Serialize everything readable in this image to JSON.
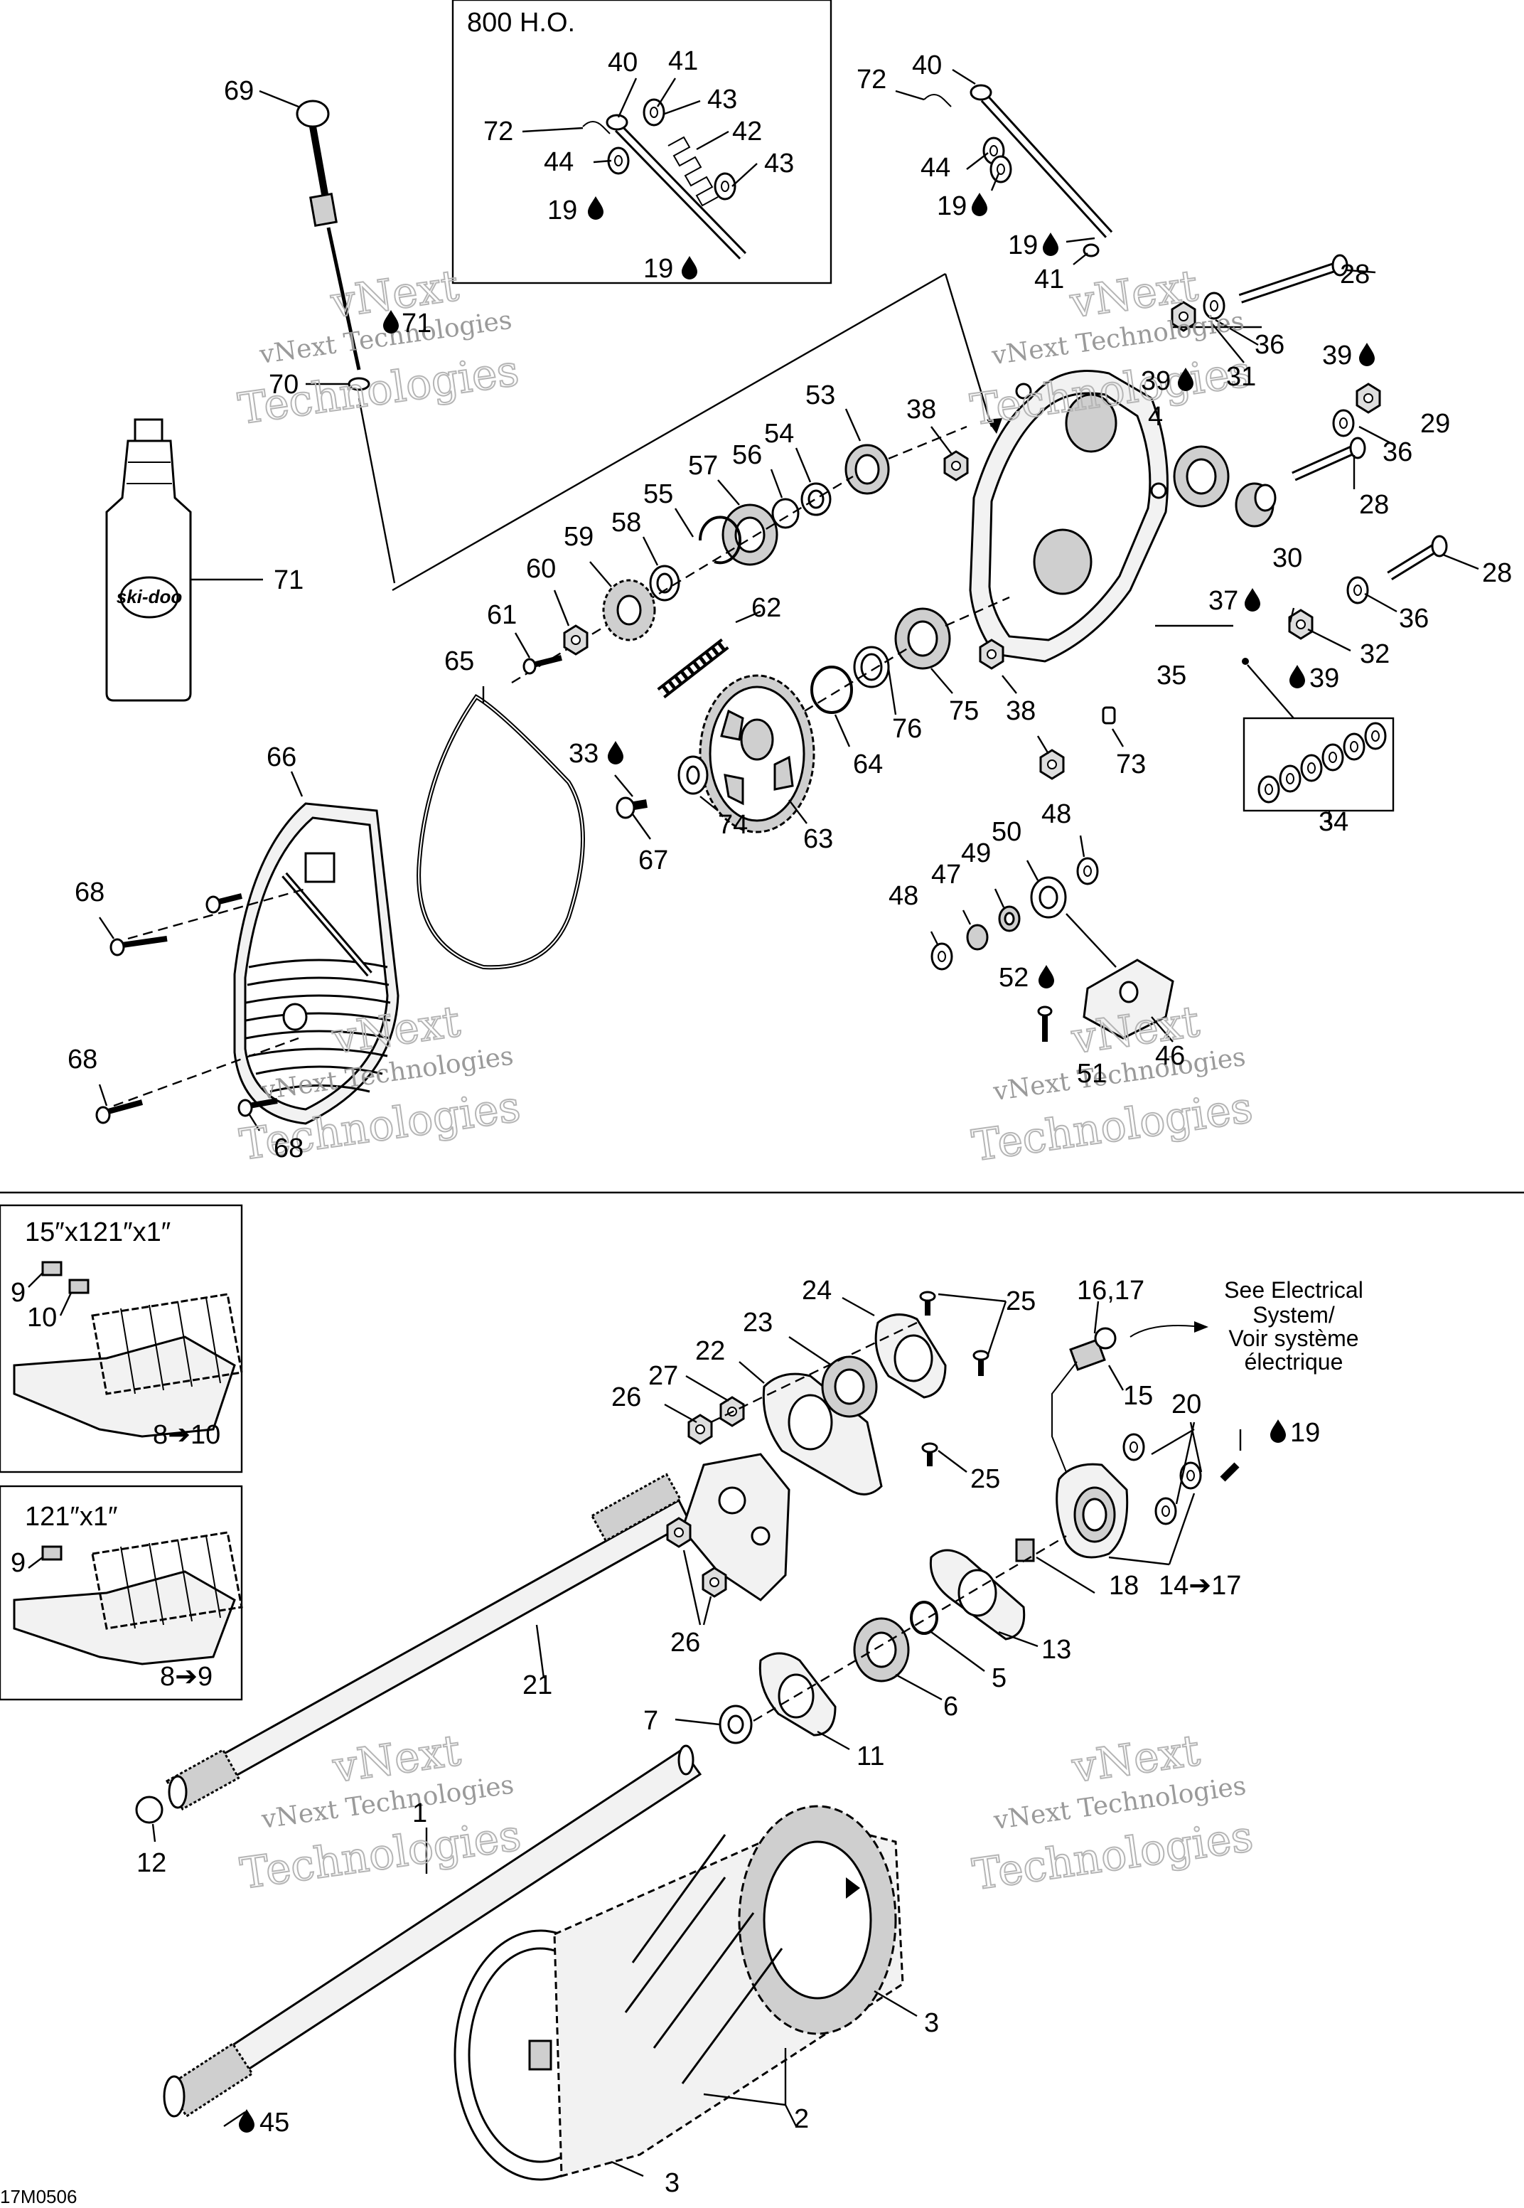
{
  "diagram_code": "17M0506",
  "watermark": {
    "line1": "vNext Technologies",
    "line2": "vNext",
    "line3": "Technologies"
  },
  "inset_top": {
    "title": "800 H.O."
  },
  "inset_track_a": {
    "title": "15″x121″x1″",
    "range": "8➔10"
  },
  "inset_track_b": {
    "title": "121″x1″",
    "range": "8➔9"
  },
  "electrical_note": {
    "line1": "See Electrical",
    "line2": "System/",
    "line3": "Voir système",
    "line4": "électrique"
  },
  "bottle_label": "ski-doo",
  "callouts": {
    "c1": "1",
    "c2": "2",
    "c3a": "3",
    "c3b": "3",
    "c4": "4",
    "c5": "5",
    "c6": "6",
    "c7": "7",
    "c9a": "9",
    "c9b": "9",
    "c10": "10",
    "c11": "11",
    "c12": "12",
    "c13": "13",
    "c14": "14➔17",
    "c15": "15",
    "c1617": "16,17",
    "c18": "18",
    "c19a": "19",
    "c19b": "19",
    "c19c": "19",
    "c19d": "19",
    "c19e": "19",
    "c20": "20",
    "c21": "21",
    "c22": "22",
    "c23": "23",
    "c24": "24",
    "c25a": "25",
    "c25b": "25",
    "c26a": "26",
    "c26b": "26",
    "c27": "27",
    "c28a": "28",
    "c28b": "28",
    "c28c": "28",
    "c29": "29",
    "c30": "30",
    "c31": "31",
    "c32": "32",
    "c33": "33",
    "c34": "34",
    "c35": "35",
    "c36a": "36",
    "c36b": "36",
    "c36c": "36",
    "c37": "37",
    "c38a": "38",
    "c38b": "38",
    "c39a": "39",
    "c39b": "39",
    "c39c": "39",
    "c40a": "40",
    "c40b": "40",
    "c41a": "41",
    "c41b": "41",
    "c42": "42",
    "c43a": "43",
    "c43b": "43",
    "c44a": "44",
    "c44b": "44",
    "c45": "45",
    "c46": "46",
    "c47": "47",
    "c48a": "48",
    "c48b": "48",
    "c49": "49",
    "c50": "50",
    "c51": "51",
    "c52": "52",
    "c53": "53",
    "c54": "54",
    "c55": "55",
    "c56": "56",
    "c57": "57",
    "c58": "58",
    "c59": "59",
    "c60": "60",
    "c61": "61",
    "c62": "62",
    "c63": "63",
    "c64": "64",
    "c65": "65",
    "c66": "66",
    "c67": "67",
    "c68a": "68",
    "c68b": "68",
    "c68c": "68",
    "c69": "69",
    "c70": "70",
    "c71a": "71",
    "c71b": "71",
    "c72a": "72",
    "c72b": "72",
    "c73": "73",
    "c74": "74",
    "c75": "75",
    "c76": "76"
  }
}
